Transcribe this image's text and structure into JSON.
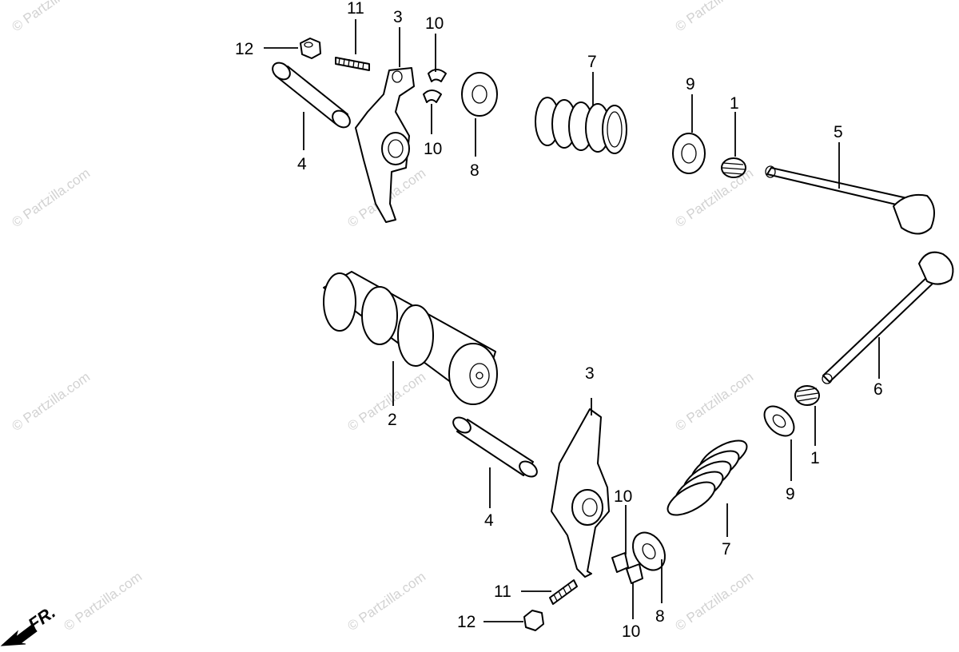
{
  "watermark": "© Partzilla.com",
  "direction_label": "FR.",
  "callouts": {
    "c1a": "1",
    "c1b": "1",
    "c2": "2",
    "c3a": "3",
    "c3b": "3",
    "c4a": "4",
    "c4b": "4",
    "c5": "5",
    "c6": "6",
    "c7a": "7",
    "c7b": "7",
    "c8a": "8",
    "c8b": "8",
    "c9a": "9",
    "c9b": "9",
    "c10a": "10",
    "c10b": "10",
    "c10c": "10",
    "c10d": "10",
    "c11a": "11",
    "c11b": "11",
    "c12a": "12",
    "c12b": "12"
  },
  "colors": {
    "ink": "#000000",
    "watermark": "#d2d2d2",
    "background": "#ffffff"
  }
}
